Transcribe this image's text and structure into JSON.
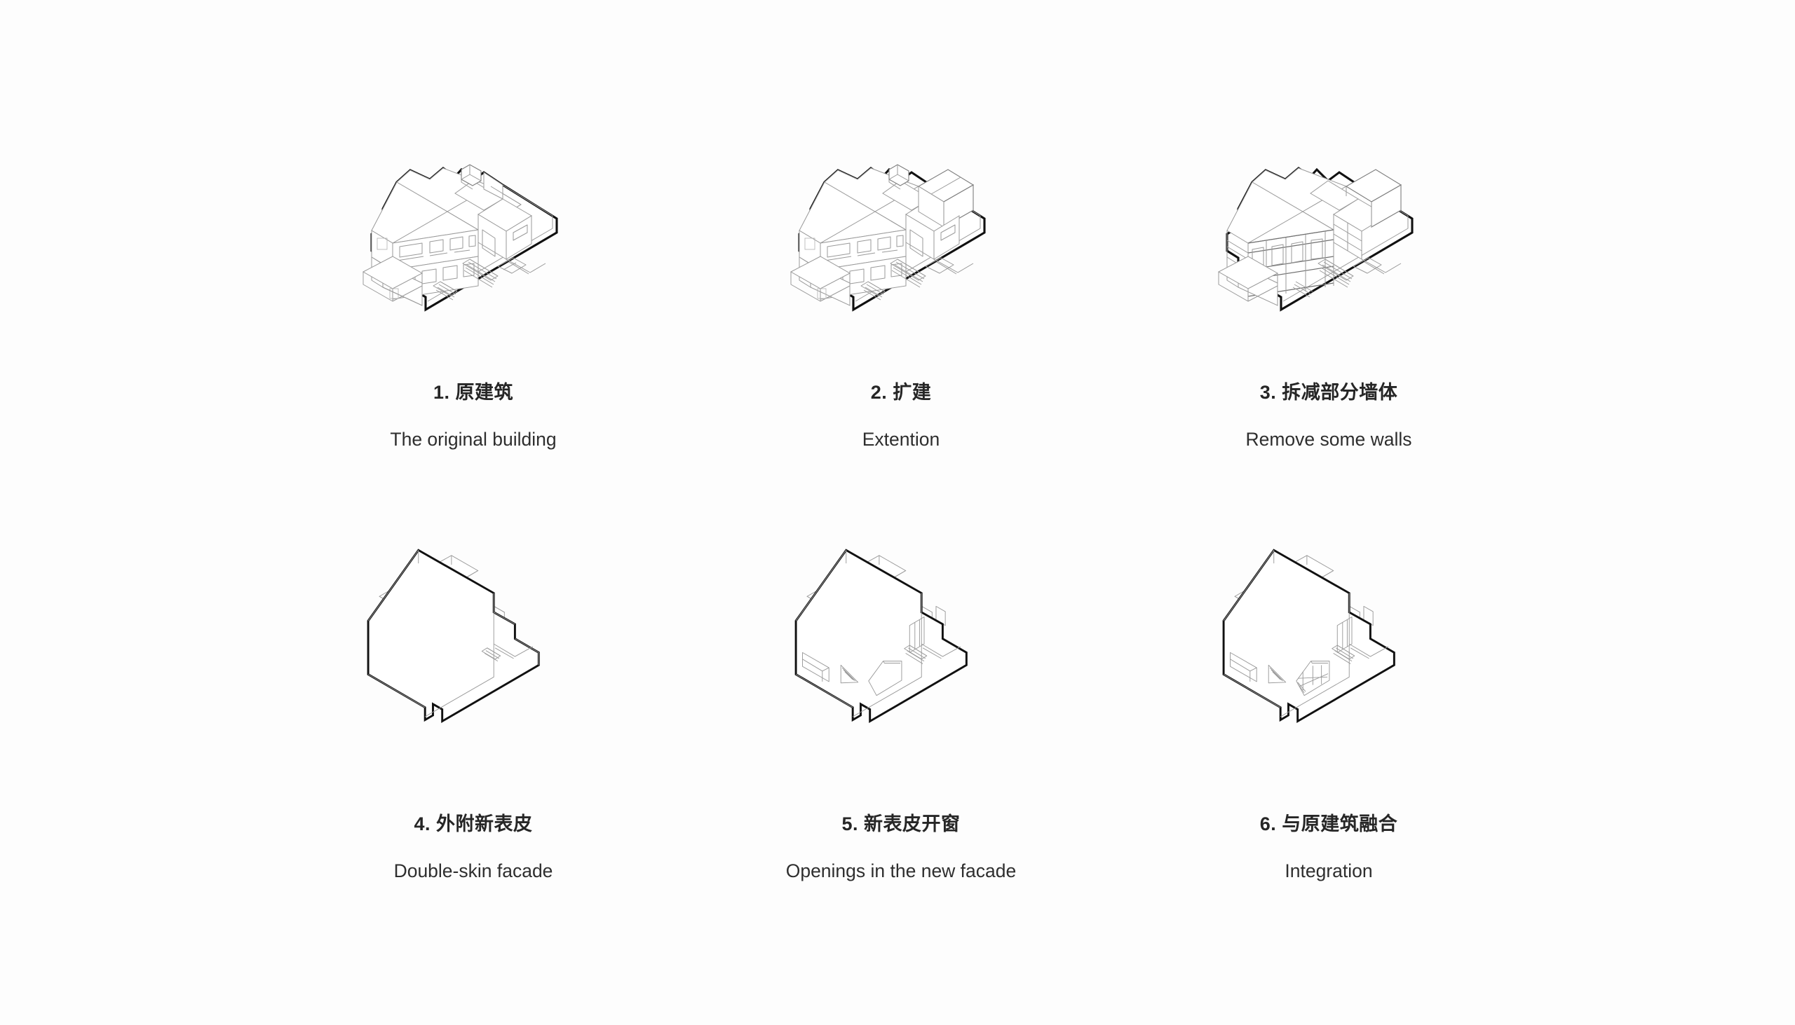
{
  "page": {
    "title": "Renovation process axonometric diagram series",
    "background_color": "#fdfdfd",
    "text_color": "#2b2b2b",
    "outline_color": "#111111",
    "detail_line_color": "#9a9a9a",
    "layout": "3 columns x 2 rows"
  },
  "steps": [
    {
      "index": "1.",
      "number": 1,
      "cn": "原建筑",
      "cn_full": "1. 原建筑",
      "en": "The original building",
      "figure_name": "axon-original-building",
      "description": "Two-storey pitched-roof house with chimney, porch and entry steps on a flat base plate"
    },
    {
      "index": "2.",
      "number": 2,
      "cn": "扩建",
      "cn_full": "2. 扩建",
      "en": "Extention",
      "figure_name": "axon-extension",
      "description": "Same house with an added flat-roofed volume at the rear right"
    },
    {
      "index": "3.",
      "number": 3,
      "cn": "拆减部分墙体",
      "cn_full": "3. 拆减部分墙体",
      "en": "Remove some walls",
      "figure_name": "axon-remove-walls",
      "description": "Exterior walls stripped away leaving the structural frame and roof"
    },
    {
      "index": "4.",
      "number": 4,
      "cn": "外附新表皮",
      "cn_full": "4. 外附新表皮",
      "en": "Double-skin facade",
      "figure_name": "axon-double-skin-facade",
      "description": "A blank new outer skin box wraps the old roof volume"
    },
    {
      "index": "5.",
      "number": 5,
      "cn": "新表皮开窗",
      "cn_full": "5. 新表皮开窗",
      "en": "Openings in the new facade",
      "figure_name": "axon-openings",
      "description": "Rectangular, triangular and pentagonal openings cut into the new skin"
    },
    {
      "index": "6.",
      "number": 6,
      "cn": "与原建筑融合",
      "cn_full": "6. 与原建筑融合",
      "en": "Integration",
      "figure_name": "axon-integration",
      "description": "Openings glazed with mullioned windows, old and new merged"
    }
  ]
}
